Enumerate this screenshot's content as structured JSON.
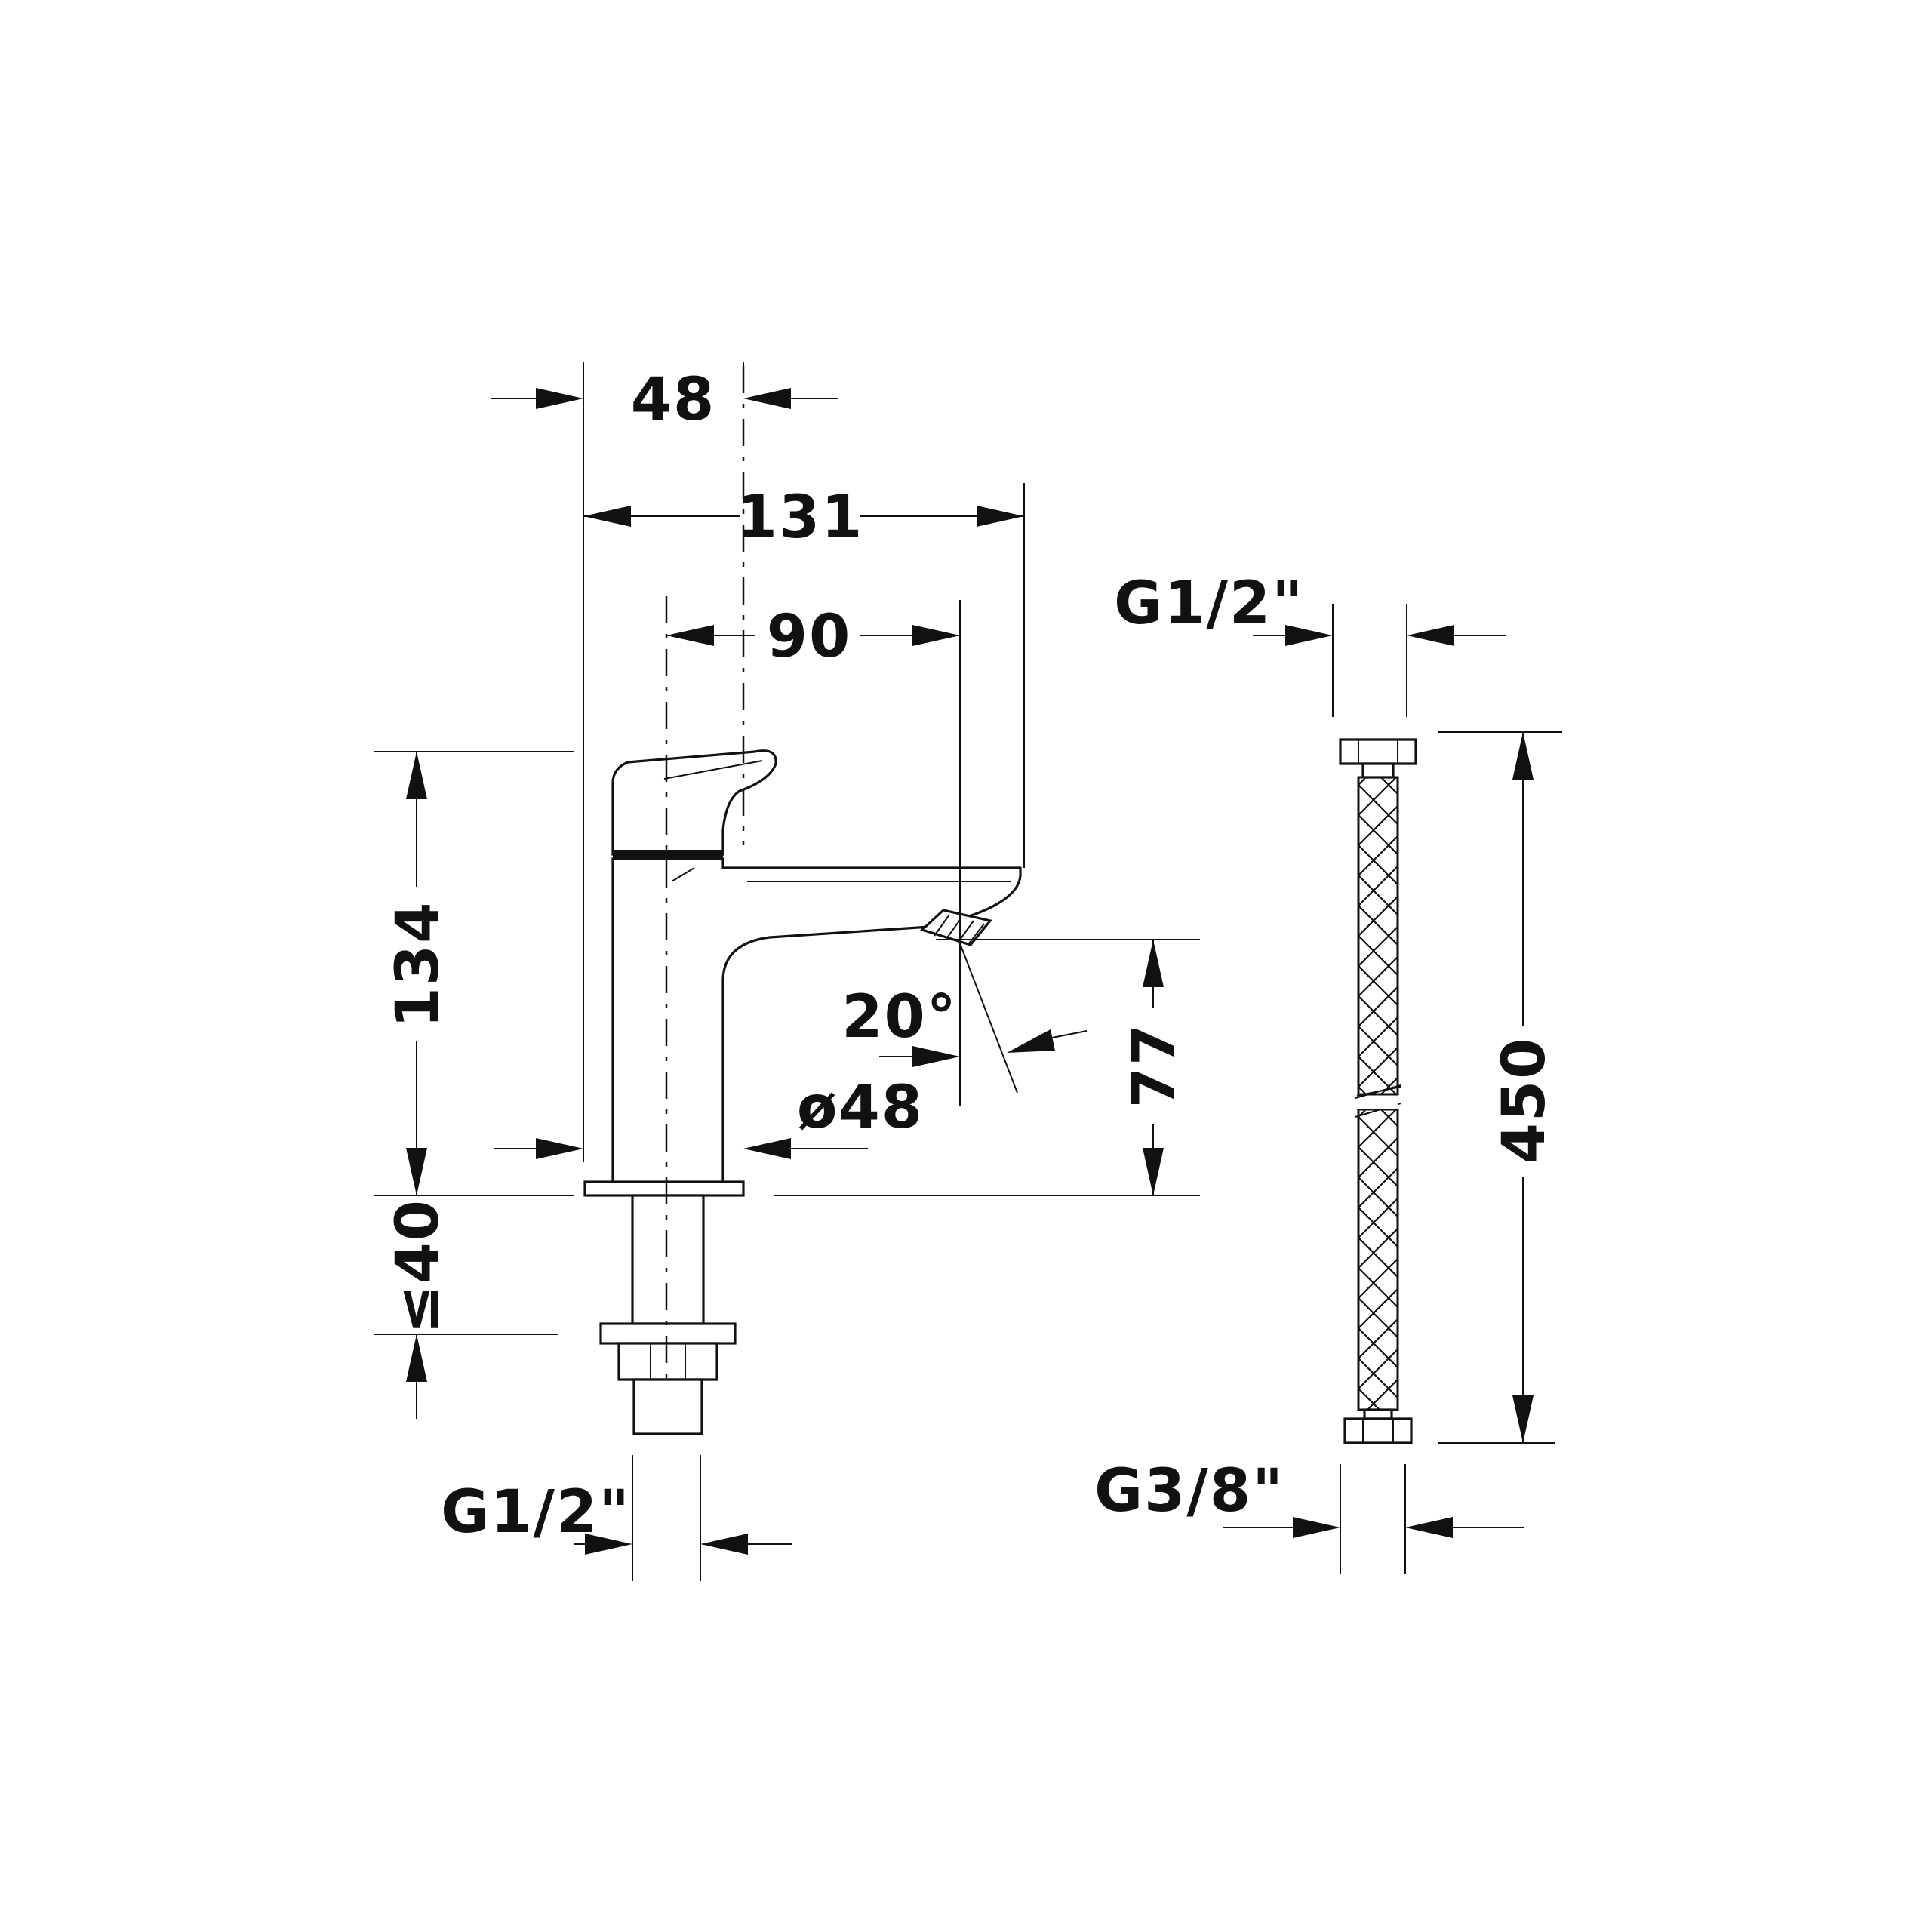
{
  "diagram": {
    "colors": {
      "ink": "#111111",
      "background": "#ffffff"
    },
    "dimensions": {
      "width_base": "48",
      "width_total": "131",
      "reach": "90",
      "height_total": "134",
      "spout_height": "77",
      "angle": "20°",
      "base_diameter": "ø48",
      "max_thickness": "≤40",
      "tap_connection": "G1/2\"",
      "hose_top_thread": "G1/2\"",
      "hose_length": "450",
      "hose_bottom_thread": "G3/8\""
    }
  }
}
